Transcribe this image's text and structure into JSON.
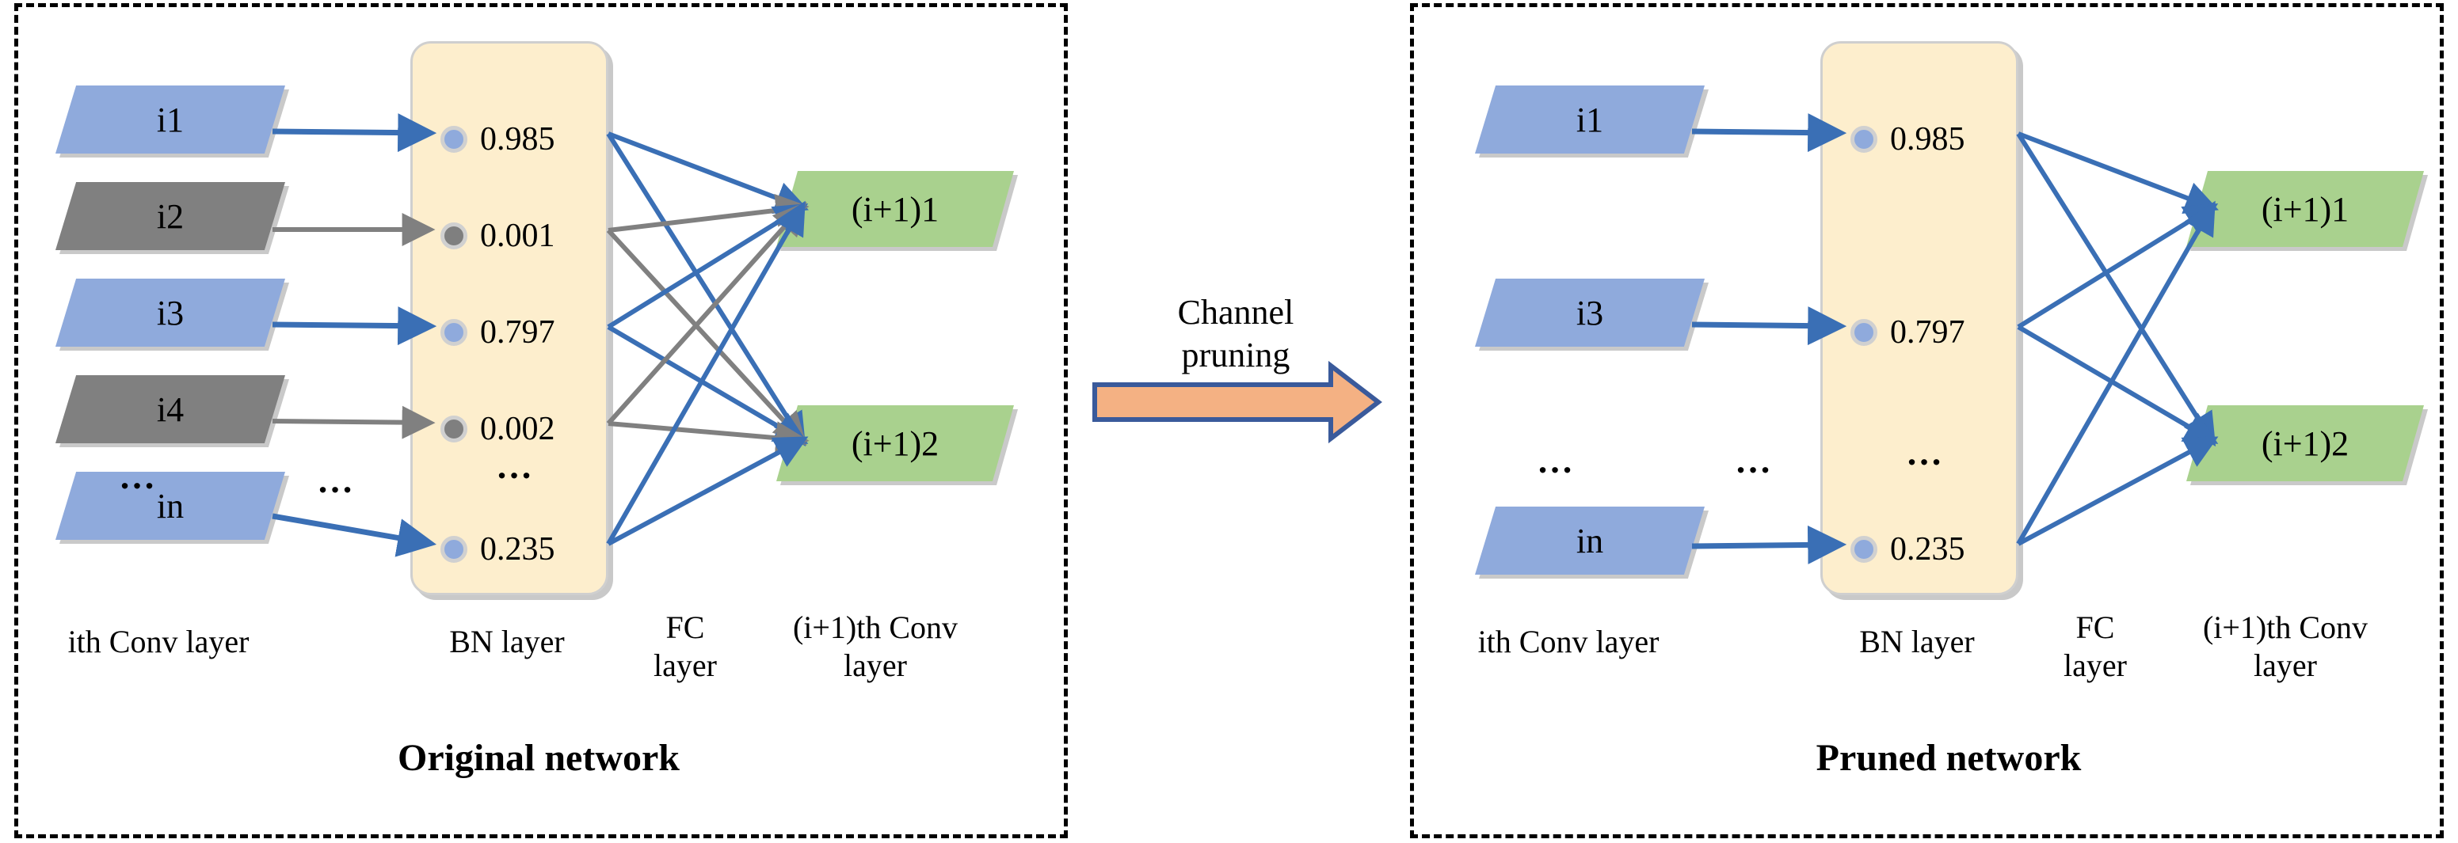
{
  "figure": {
    "kind": "network-channel-pruning-diagram",
    "transition": {
      "label_line1": "Channel",
      "label_line2": "pruning",
      "arrow_fill": "#f4b183",
      "arrow_stroke": "#3a5a9b"
    }
  },
  "palette": {
    "kept_channel": "#8faadc",
    "pruned_channel": "#808080",
    "output_block": "#a9d18e",
    "bn_box": "#fdeecd",
    "block_outline": "#c9c9c9",
    "kept_edge": "#3a6fb5",
    "pruned_edge": "#808080",
    "panel_border": "#000000"
  },
  "original": {
    "title": "Original network",
    "captions": {
      "conv_in": "ith Conv layer",
      "bn": "BN layer",
      "fc_line1": "FC",
      "fc_line2": "layer",
      "conv_out_line1": "(i+1)th Conv",
      "conv_out_line2": "layer"
    },
    "input_channels": [
      {
        "label": "i1",
        "state": "kept"
      },
      {
        "label": "i2",
        "state": "pruned"
      },
      {
        "label": "i3",
        "state": "kept"
      },
      {
        "label": "i4",
        "state": "pruned"
      },
      {
        "label": "…",
        "state": "ellipsis"
      },
      {
        "label": "in",
        "state": "kept"
      }
    ],
    "inner_ellipsis": "…",
    "bn_channels": [
      {
        "value": "0.985",
        "state": "kept"
      },
      {
        "value": "0.001",
        "state": "pruned"
      },
      {
        "value": "0.797",
        "state": "kept"
      },
      {
        "value": "0.002",
        "state": "pruned"
      },
      {
        "value": "…",
        "state": "ellipsis"
      },
      {
        "value": "0.235",
        "state": "kept"
      }
    ],
    "output_blocks": [
      {
        "label": "(i+1)1"
      },
      {
        "label": "(i+1)2"
      }
    ]
  },
  "pruned": {
    "title": "Pruned network",
    "captions": {
      "conv_in": "ith Conv layer",
      "bn": "BN layer",
      "fc_line1": "FC",
      "fc_line2": "layer",
      "conv_out_line1": "(i+1)th Conv",
      "conv_out_line2": "layer"
    },
    "input_channels": [
      {
        "label": "i1",
        "state": "kept"
      },
      {
        "label": "i3",
        "state": "kept"
      },
      {
        "label": "…",
        "state": "ellipsis"
      },
      {
        "label": "in",
        "state": "kept"
      }
    ],
    "inner_ellipsis": "…",
    "bn_channels": [
      {
        "value": "0.985",
        "state": "kept"
      },
      {
        "value": "0.797",
        "state": "kept"
      },
      {
        "value": "…",
        "state": "ellipsis"
      },
      {
        "value": "0.235",
        "state": "kept"
      }
    ],
    "output_blocks": [
      {
        "label": "(i+1)1"
      },
      {
        "label": "(i+1)2"
      }
    ]
  },
  "chart_data": {
    "type": "diagram",
    "title": "Channel pruning of a BN layer",
    "panels": [
      {
        "name": "Original network",
        "bn_scaling_factors": [
          0.985,
          0.001,
          0.797,
          0.002,
          0.235
        ],
        "bn_channel_labels": [
          "0.985",
          "0.001",
          "0.797",
          "0.002",
          "0.235"
        ],
        "input_channels": [
          "i1",
          "i2",
          "i3",
          "i4",
          "in"
        ],
        "kept": [
          "i1",
          "i3",
          "in"
        ],
        "pruned": [
          "i2",
          "i4"
        ],
        "outputs": [
          "(i+1)1",
          "(i+1)2"
        ]
      },
      {
        "name": "Pruned network",
        "bn_scaling_factors": [
          0.985,
          0.797,
          0.235
        ],
        "bn_channel_labels": [
          "0.985",
          "0.797",
          "0.235"
        ],
        "input_channels": [
          "i1",
          "i3",
          "in"
        ],
        "kept": [
          "i1",
          "i3",
          "in"
        ],
        "pruned": [],
        "outputs": [
          "(i+1)1",
          "(i+1)2"
        ]
      }
    ]
  }
}
